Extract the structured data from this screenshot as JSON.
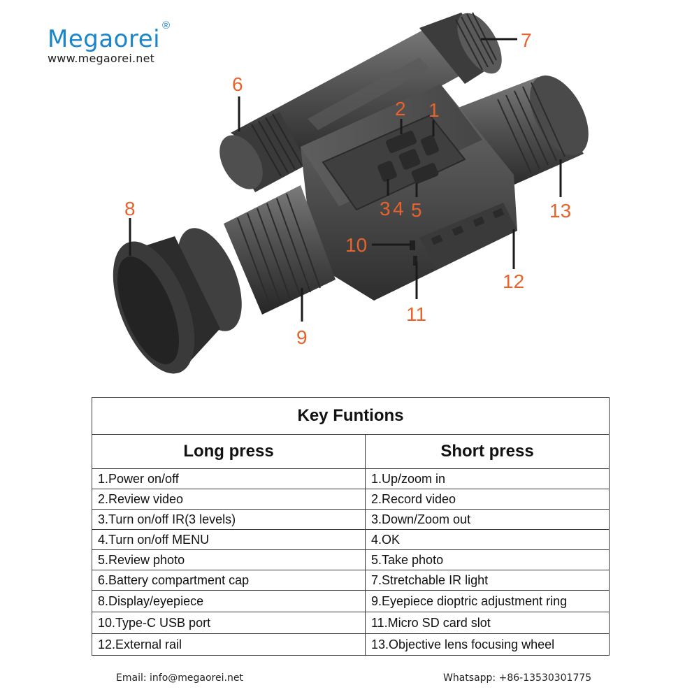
{
  "brand": {
    "name": "Megaorei",
    "reg": "®",
    "url": "www.megaorei.net"
  },
  "callouts": [
    "1",
    "2",
    "3",
    "4",
    "5",
    "6",
    "7",
    "8",
    "9",
    "10",
    "11",
    "12",
    "13"
  ],
  "table": {
    "title": "Key Funtions",
    "headers": [
      "Long press",
      "Short press"
    ],
    "rows": [
      [
        "1.Power on/off",
        "1.Up/zoom in"
      ],
      [
        "2.Review video",
        "2.Record video"
      ],
      [
        "3.Turn on/off IR(3 levels)",
        "3.Down/Zoom out"
      ],
      [
        "4.Turn on/off MENU",
        "4.OK"
      ],
      [
        "5.Review photo",
        "5.Take photo"
      ],
      [
        "6.Battery compartment cap",
        "7.Stretchable IR light"
      ],
      [
        "8.Display/eyepiece",
        "9.Eyepiece dioptric adjustment ring"
      ],
      [
        "10.Type-C USB port",
        "11.Micro SD card slot"
      ],
      [
        "12.External rail",
        "13.Objective lens focusing wheel"
      ]
    ]
  },
  "footer": {
    "email": "Email: info@megaorei.net",
    "whatsapp": "Whatsapp: +86-13530301775"
  },
  "colors": {
    "brand": "#1a86c9",
    "callout": "#e8632b",
    "device": "#4a4a4a"
  }
}
